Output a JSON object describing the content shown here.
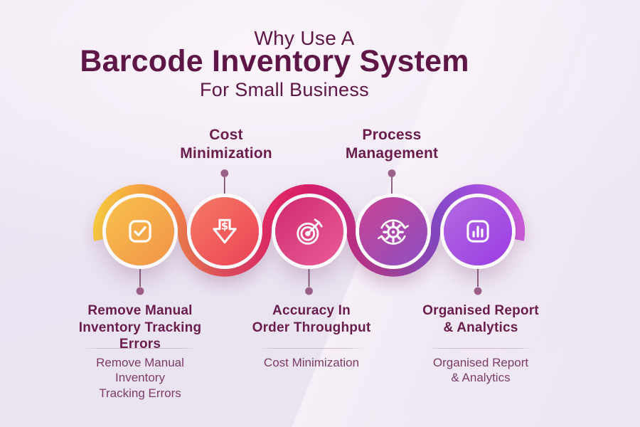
{
  "title": {
    "pre": "Why Use A",
    "main": "Barcode Inventory System",
    "sub": "For Small Business"
  },
  "steps": [
    {
      "name": "remove-manual-inventory-tracking-errors",
      "icon": "check-square-icon",
      "label_position": "bottom",
      "heading": "Remove Manual Inventory Tracking Errors",
      "heading_lines": [
        "Remove Manual",
        "Inventory Tracking",
        "Errors"
      ],
      "subtext": "Remove Manual Inventory Tracking Errors",
      "subtext_lines": [
        "Remove Manual",
        "Inventory",
        "Tracking Errors"
      ],
      "colors": {
        "from": "#f9c24b",
        "to": "#f1934a"
      }
    },
    {
      "name": "cost-minimization",
      "icon": "price-drop-icon",
      "label_position": "top",
      "heading": "Cost Minimization",
      "heading_lines": [
        "Cost",
        "Minimization"
      ],
      "colors": {
        "from": "#f57b63",
        "to": "#ec4157"
      }
    },
    {
      "name": "accuracy-in-order-throughput",
      "icon": "target-icon",
      "label_position": "bottom",
      "heading": "Accuracy In Order Throughput",
      "heading_lines": [
        "Accuracy In",
        "Order Throughput"
      ],
      "subtext": "Cost Minimization",
      "subtext_lines": [
        "Cost Minimization"
      ],
      "colors": {
        "from": "#d02a6f",
        "to": "#e95d98"
      }
    },
    {
      "name": "process-management",
      "icon": "process-sync-icon",
      "label_position": "top",
      "heading": "Process Management",
      "heading_lines": [
        "Process",
        "Management"
      ],
      "colors": {
        "from": "#c94492",
        "to": "#8e4fc4"
      }
    },
    {
      "name": "organised-report-and-analytics",
      "icon": "bar-chart-icon",
      "label_position": "bottom",
      "heading": "Organised Report & Analytics",
      "heading_lines": [
        "Organised Report",
        "& Analytics"
      ],
      "subtext": "Organised Report & Analytics",
      "subtext_lines": [
        "Organised Report",
        "& Analytics"
      ],
      "colors": {
        "from": "#b26be0",
        "to": "#9b3be4"
      }
    }
  ],
  "theme": {
    "background": "#eae4f1",
    "title_color": "#5e1647",
    "heading_color": "#6a1c4d",
    "subtext_color": "#7d3b68",
    "connector_line_color": "#714064",
    "connector_dot_color": "#9c5f87",
    "icon_stroke_color": "#ffffff",
    "ring_color": "#fdfafd",
    "ribbon_gradient": [
      "#f8c93f",
      "#f5a441",
      "#f37b4b",
      "#ef5058",
      "#e52b63",
      "#d6206b",
      "#c42e85",
      "#a441a0",
      "#8449c6",
      "#a44fe0",
      "#c85ad7"
    ]
  }
}
